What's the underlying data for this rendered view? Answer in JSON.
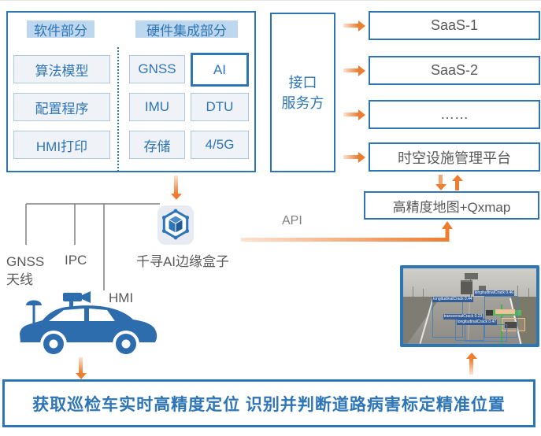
{
  "colors": {
    "accent_blue": "#2E75B6",
    "accent_orange": "#ED7D31",
    "text_gray": "#595959",
    "header_highlight": "#BDD7EE",
    "car_blue": "#2D6DAE",
    "detection_green": "#44B04A"
  },
  "device_panel": {
    "software": {
      "header": "软件部分",
      "items": [
        "算法模型",
        "配置程序",
        "HMI打印"
      ]
    },
    "hardware": {
      "header": "硬件集成部分",
      "items": [
        "GNSS",
        "AI",
        "IMU",
        "DTU",
        "存储",
        "4/5G"
      ]
    }
  },
  "interface_box": {
    "line1": "接口",
    "line2": "服务方"
  },
  "services": [
    "SaaS-1",
    "SaaS-2",
    "……",
    "时空设施管理平台"
  ],
  "map_box_label": "高精度地图+Qxmap",
  "api_label": "API",
  "edge_box_label": "千寻AI边缘盒子",
  "vehicle_labels": {
    "antenna_line1": "GNSS",
    "antenna_line2": "天线",
    "ipc": "IPC",
    "hmi": "HMI"
  },
  "banner_text": "获取巡检车实时高精度定位 识别并判断道路病害标定精准位置",
  "photo": {
    "detections": [
      {
        "label": "longitudinalCrack 0.44"
      },
      {
        "label": "longitudinalCrack 0.46"
      },
      {
        "label": "transversalCrack 0.23"
      },
      {
        "label": "longitudinalCrack 0.47"
      }
    ]
  }
}
